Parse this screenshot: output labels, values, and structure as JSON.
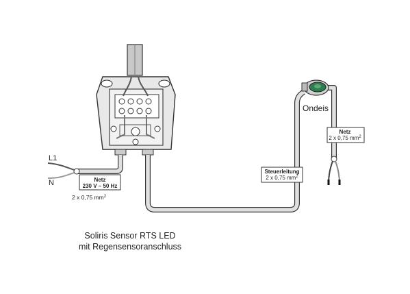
{
  "labels": {
    "l1": "L1",
    "n": "N",
    "netz_left_title": "Netz",
    "netz_left_spec": "230 V – 50 Hz",
    "netz_left_cable": "2 x 0,75 mm",
    "netz_left_cable_sup": "2",
    "ondeis": "Ondeis",
    "netz_right_title": "Netz",
    "netz_right_cable": "2 x 0,75 mm",
    "netz_right_cable_sup": "2",
    "steuer_title": "Steuerleitung",
    "steuer_cable": "2 x 0,75 mm",
    "steuer_cable_sup": "2"
  },
  "caption": {
    "line1": "Soliris Sensor RTS LED",
    "line2": "mit Regensensoranschluss"
  },
  "colors": {
    "cable_outline": "#333333",
    "cable_fill": "#d9d9d9",
    "box_fill": "#e6e6e6",
    "sensor_green": "#2e7d4f"
  }
}
